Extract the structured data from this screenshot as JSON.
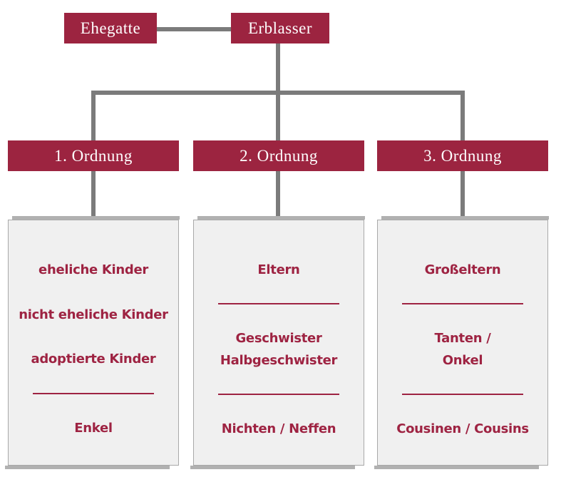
{
  "top_row": {
    "spouse_label": "Ehegatte",
    "decedent_label": "Erblasser"
  },
  "orders": [
    {
      "label": "1. Ordnung",
      "items": [
        "eheliche Kinder",
        "nicht eheliche Kinder",
        "adoptierte Kinder",
        "Enkel"
      ]
    },
    {
      "label": "2. Ordnung",
      "items": [
        "Eltern",
        "Geschwister",
        "Halbgeschwister",
        "Nichten / Neffen"
      ]
    },
    {
      "label": "3. Ordnung",
      "items": [
        "Großeltern",
        "Tanten /",
        "Onkel",
        "Cousinen / Cousins"
      ]
    }
  ],
  "colors": {
    "accent_red": "#9c2440",
    "text_red": "#9e2342",
    "connector_gray": "#7b7b7b",
    "panel_bg": "#f0f0f0",
    "panel_border": "#a9a9a9",
    "panel_shadow": "#b1b1b1"
  }
}
